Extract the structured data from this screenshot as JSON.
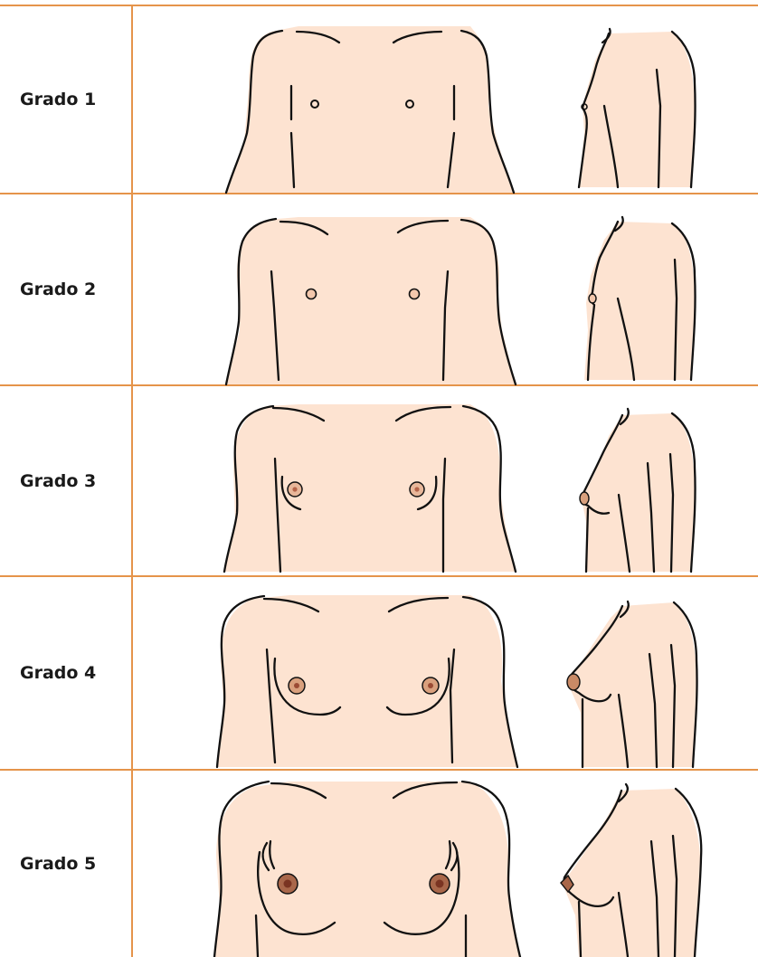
{
  "colors": {
    "grid_line": "#e5944a",
    "skin": "#fde3d1",
    "outline": "#111111",
    "areola_light": "#f3c7ac",
    "areola_medium": "#d9a07d",
    "areola_dark": "#a9674a",
    "nipple_center": "#7a3422"
  },
  "rows": [
    {
      "label": "Grado 1",
      "stage": 1
    },
    {
      "label": "Grado 2",
      "stage": 2
    },
    {
      "label": "Grado 3",
      "stage": 3
    },
    {
      "label": "Grado 4",
      "stage": 4
    },
    {
      "label": "Grado 5",
      "stage": 5
    }
  ]
}
